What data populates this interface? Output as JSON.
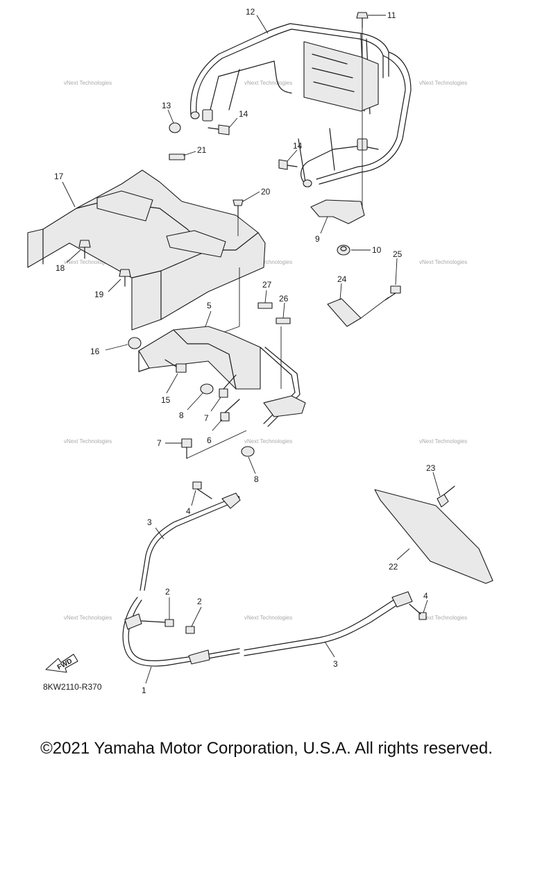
{
  "diagram": {
    "code": "8KW2110-R370",
    "fwd_label": "FWD",
    "watermark_text": "vNext Technologies",
    "callouts": [
      "12",
      "11",
      "13",
      "14",
      "14",
      "21",
      "17",
      "20",
      "9",
      "10",
      "18",
      "19",
      "25",
      "27",
      "26",
      "24",
      "5",
      "16",
      "15",
      "8",
      "7",
      "6",
      "7",
      "8",
      "4",
      "3",
      "2",
      "2",
      "23",
      "22",
      "4",
      "3",
      "1"
    ]
  },
  "footer": {
    "copyright": "©2021 Yamaha Motor Corporation, U.S.A. All rights reserved."
  }
}
